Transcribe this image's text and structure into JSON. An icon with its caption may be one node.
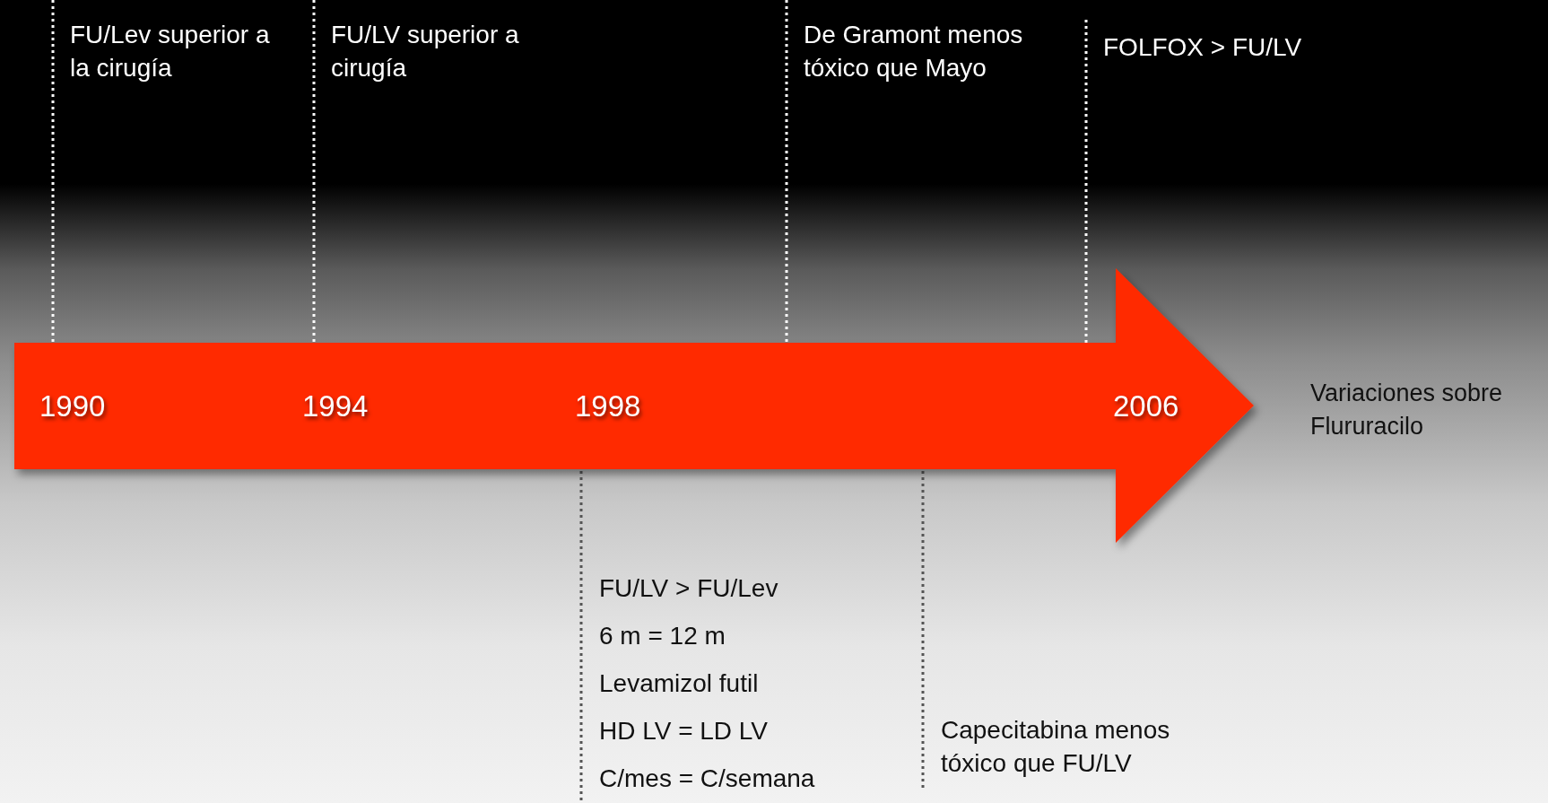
{
  "diagram": {
    "nodes": [
      {
        "text": [
          "1990",
          "1994",
          "1998",
          "2006"
        ]
      },
      {
        "text": [
          "FU/Lev superior a la cirugía"
        ]
      },
      {
        "text": [
          "FU/LV superior a cirugía"
        ]
      },
      {
        "text": [
          "De Gramont menos tóxico que Mayo"
        ]
      },
      {
        "text": [
          "FOLFOX > FU/LV"
        ]
      },
      {
        "text": [
          "FU/LV > FU/Lev",
          "6 m = 12 m",
          "Levamizol futil",
          "HD LV = LD LV",
          "C/mes = C/semana"
        ]
      },
      {
        "text": [
          "Capecitabina menos tóxico que FU/LV"
        ]
      }
    ],
    "edges": [
      {
        "from": 1,
        "to": 0,
        "arrow": "none",
        "style": "dashed"
      },
      {
        "from": 2,
        "to": 0,
        "arrow": "none",
        "style": "dashed"
      },
      {
        "from": 3,
        "to": 0,
        "arrow": "none",
        "style": "dashed"
      },
      {
        "from": 4,
        "to": 0,
        "arrow": "none",
        "style": "dashed"
      },
      {
        "from": 5,
        "to": 0,
        "arrow": "none",
        "style": "dashed",
        "color": "#555555"
      },
      {
        "from": 6,
        "to": 0,
        "arrow": "none",
        "style": "dashed",
        "color": "#555555"
      }
    ],
    "labels": [
      "Variaciones sobre Flururacilo"
    ]
  }
}
